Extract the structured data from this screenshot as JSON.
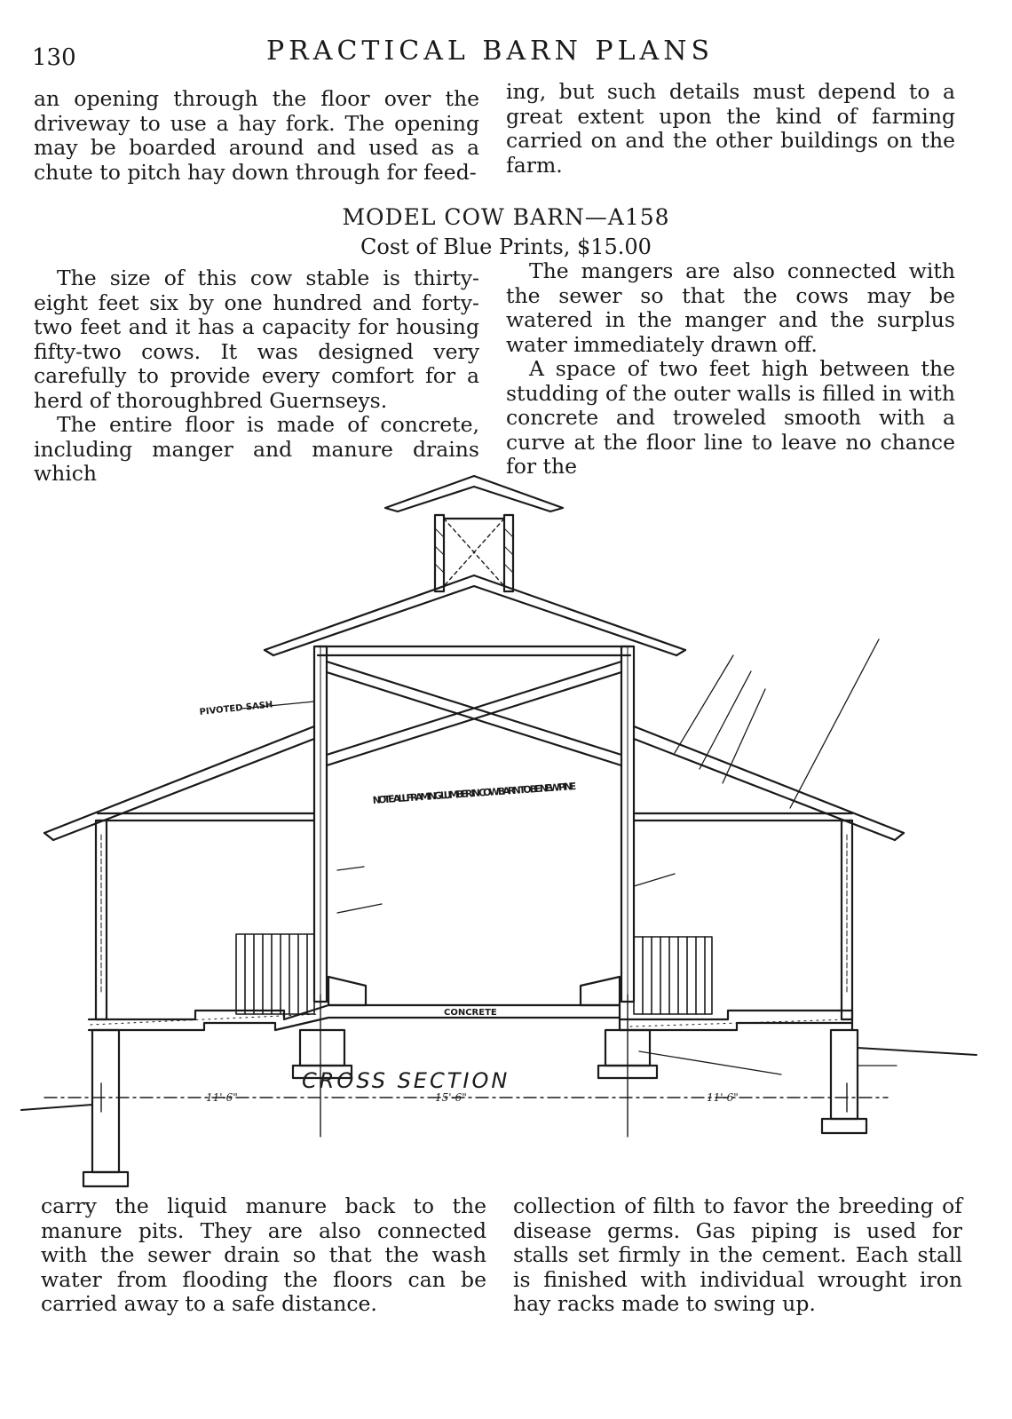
{
  "header": {
    "page_number": "130",
    "running_head": "PRACTICAL BARN PLANS"
  },
  "top": {
    "left_column": "an opening through the floor over the driveway to use a hay fork. The opening may be boarded around and used as a chute to pitch hay down through for feed-",
    "right_column": "ing, but such details must depend to a great extent upon the kind of farming carried on and the other buildings on the farm."
  },
  "section": {
    "title": "MODEL COW BARN—A158",
    "subtitle": "Cost of Blue Prints, $15.00"
  },
  "body": {
    "left_paragraphs": [
      "The size of this cow stable is thirty-eight feet six by one hundred and forty-two feet and it has a capacity for housing fifty-two cows. It was designed very carefully to provide every comfort for a herd of thoroughbred Guernseys.",
      "The entire floor is made of concrete, including manger and manure drains which"
    ],
    "right_paragraphs": [
      "The mangers are also connected with the sewer so that the cows may be watered in the manger and the surplus water immediately drawn off.",
      "A space of two feet high between the studding of the outer walls is filled in with concrete and troweled smooth with a curve at the floor line to leave no chance for the"
    ]
  },
  "drawing": {
    "caption": "CROSS SECTION",
    "note": "NOTE ALL FRAMING LUMBER IN COW BARN TO BE NEW PINE",
    "labels": {
      "concrete": "CONCRETE",
      "pivoted_sash": "PIVOTED SASH",
      "dim_left": "11'-6\"",
      "dim_center": "15'-6\"",
      "dim_right": "11'-6\""
    }
  },
  "bottom": {
    "left_column": "carry the liquid manure back to the manure pits. They are also connected with the sewer drain so that the wash water from flooding the floors can be carried away to a safe distance.",
    "right_column": "collection of filth to favor the breeding of disease germs. Gas piping is used for stalls set firmly in the cement. Each stall is finished with individual wrought iron hay racks made to swing up."
  }
}
